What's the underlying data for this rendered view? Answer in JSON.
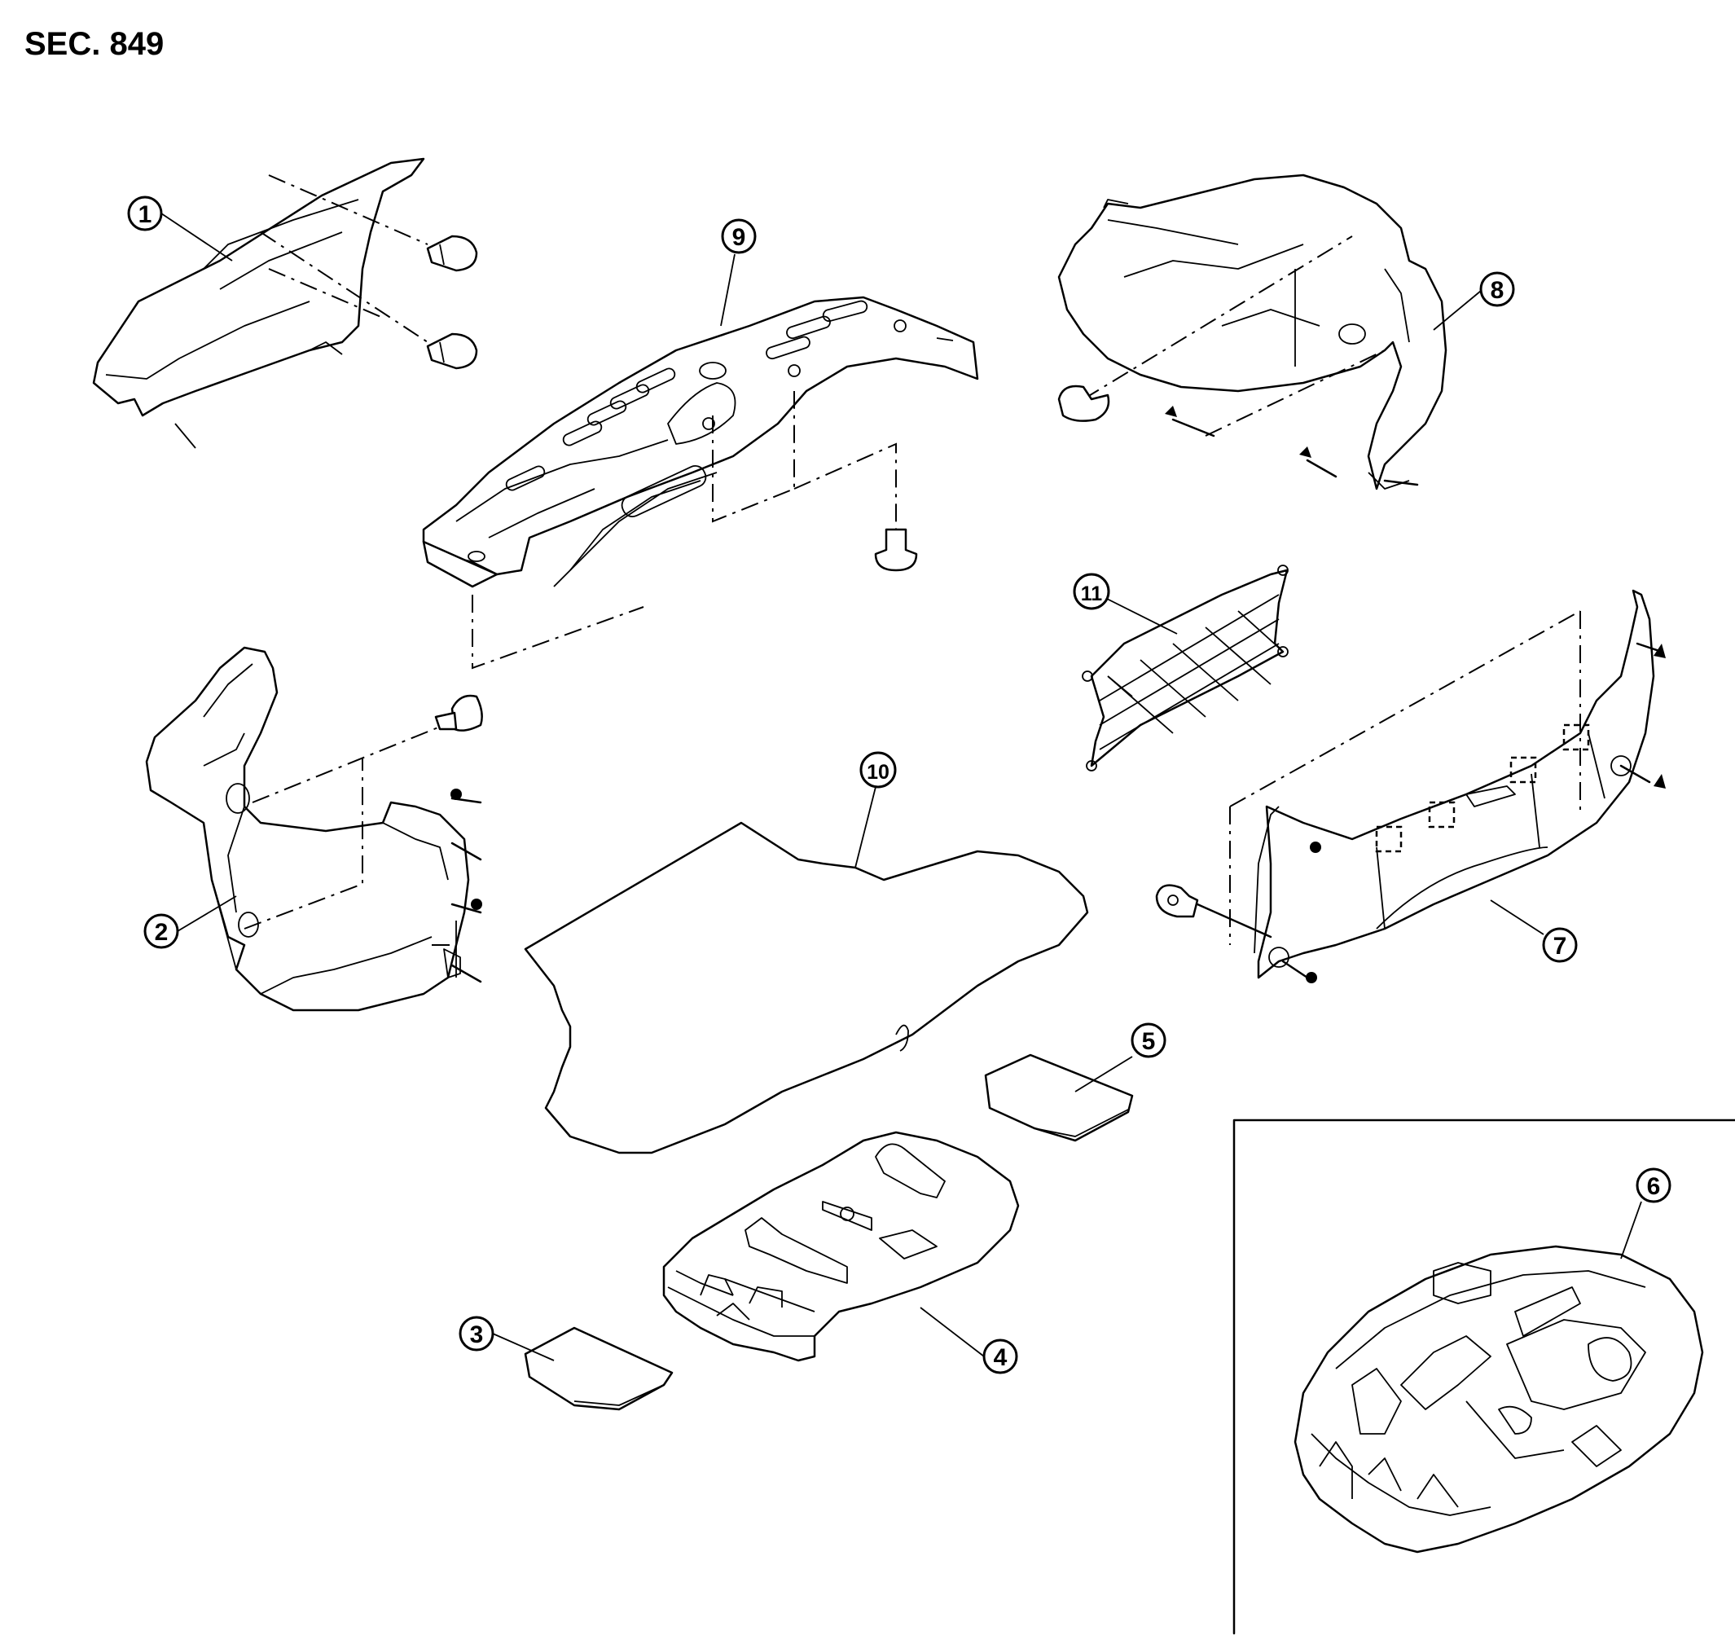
{
  "section_label": "SEC. 849",
  "callouts": [
    {
      "id": "c1",
      "label": "1"
    },
    {
      "id": "c2",
      "label": "2"
    },
    {
      "id": "c3",
      "label": "3"
    },
    {
      "id": "c4",
      "label": "4"
    },
    {
      "id": "c5",
      "label": "5"
    },
    {
      "id": "c6",
      "label": "6"
    },
    {
      "id": "c7",
      "label": "7"
    },
    {
      "id": "c8",
      "label": "8"
    },
    {
      "id": "c9",
      "label": "9"
    },
    {
      "id": "c10",
      "label": "10"
    },
    {
      "id": "c11",
      "label": "11"
    }
  ]
}
